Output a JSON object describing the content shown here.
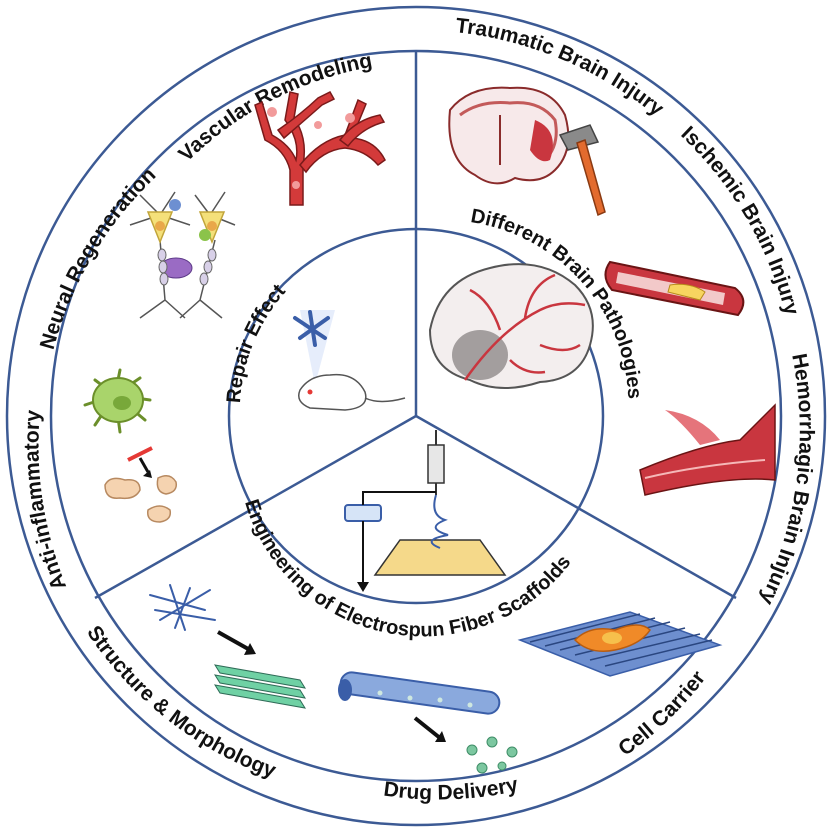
{
  "outer_labels": {
    "vascular_remodeling": "Vascular Remodeling",
    "neural_regeneration": "Neural Regeneration",
    "anti_inflammatory": "Anti-inflammatory",
    "structure_morphology": "Structure & Morphology",
    "drug_delivery": "Drug Delivery",
    "cell_carrier": "Cell Carrier",
    "traumatic_brain_injury": "Traumatic Brain Injury",
    "ischemic_brain_injury": "Ischemic Brain Injury",
    "hemorrhagic_brain_injury": "Hemorrhagic Brain Injury"
  },
  "inner_labels": {
    "repair_effect": "Repair Effect",
    "different_brain_pathologies": "Different Brain Pathologies",
    "engineering_scaffolds": "Engineering of Electrospun Fiber Scaffolds"
  },
  "colors": {
    "ring_stroke": "#3c5a94",
    "blood_red": "#d33a3a",
    "fiber_blue": "#3a5ea8",
    "fiber_green": "#6fd1a4",
    "cell_orange": "#f08a28",
    "glia_green": "#a9d46b"
  },
  "icons": [
    "blood-vessel-tree-icon",
    "neuron-icon",
    "microglia-icon",
    "fiber-mesh-icon",
    "aligned-fiber-icon",
    "hollow-fiber-icon",
    "drug-particles-icon",
    "cell-on-fibers-icon",
    "brain-coronal-section-icon",
    "hammer-icon",
    "occluded-artery-icon",
    "ruptured-vessel-icon",
    "brain-vessels-icon",
    "mouse-icon",
    "electrospinning-setup-icon"
  ]
}
